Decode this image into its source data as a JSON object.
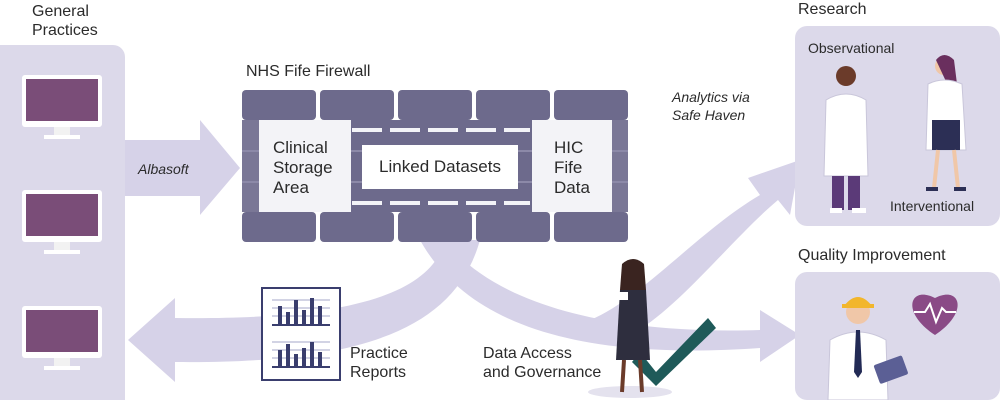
{
  "general_practices": {
    "label": "General Practices",
    "line1": "General",
    "line2": "Practices"
  },
  "firewall": {
    "title": "NHS Fife Firewall"
  },
  "clinical_storage": {
    "line1": "Clinical",
    "line2": "Storage",
    "line3": "Area"
  },
  "linked_datasets": {
    "label": "Linked Datasets"
  },
  "hic_fife": {
    "line1": "HIC",
    "line2": "Fife",
    "line3": "Data"
  },
  "albasoft": {
    "label": "Albasoft"
  },
  "analytics": {
    "line1": "Analytics via",
    "line2": "Safe Haven"
  },
  "research": {
    "title": "Research",
    "observational": "Observational",
    "interventional": "Interventional"
  },
  "quality": {
    "title": "Quality Improvement"
  },
  "practice_reports": {
    "line1": "Practice",
    "line2": "Reports"
  },
  "governance": {
    "line1": "Data Access",
    "line2": "and Governance"
  },
  "colors": {
    "panel": "#dcd9ea",
    "arrow": "#d6d2e8",
    "brick": "#6d6a8c",
    "screen": "#7a4d78",
    "check": "#1f5a59",
    "accent": "#8a4a86"
  }
}
